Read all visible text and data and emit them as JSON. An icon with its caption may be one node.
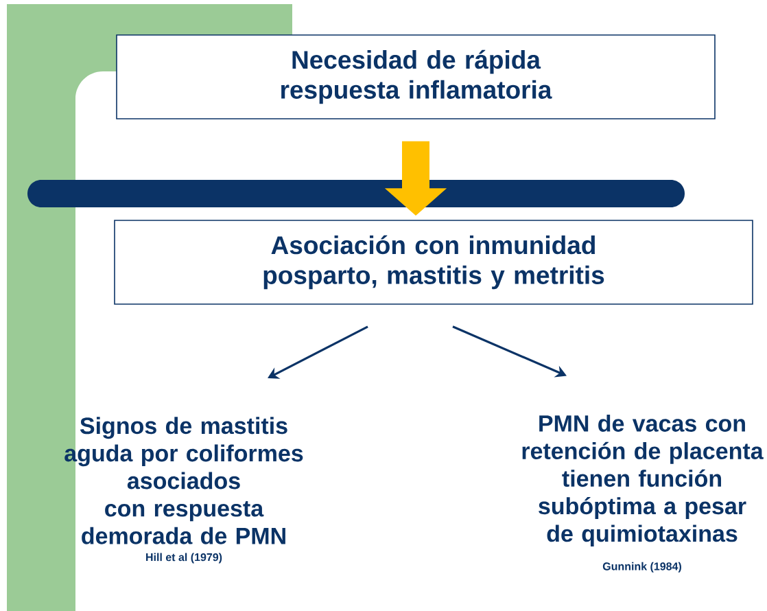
{
  "diagram": {
    "nodes": [
      {
        "text": [
          "Necesidad de rápida respuesta inflamatoria"
        ]
      },
      {
        "text": [
          "Asociación con inmunidad posparto, mastitis y metritis"
        ]
      },
      {
        "text": [
          "Signos de mastitis aguda por coliformes asociados con respuesta demorada de PMN"
        ],
        "beside": [
          "Hill et al (1979)"
        ]
      },
      {
        "text": [
          "PMN de vacas con retención de placenta tienen función subóptima a pesar de quimiotaxinas"
        ],
        "beside": [
          "Gunnink (1984)"
        ]
      }
    ],
    "edges": [
      {
        "from": 0,
        "to": 1,
        "arrow": "to",
        "style": "thick",
        "color": "#ffc000"
      },
      {
        "from": 1,
        "to": 2,
        "arrow": "to"
      },
      {
        "from": 1,
        "to": 3,
        "arrow": "to"
      }
    ]
  }
}
